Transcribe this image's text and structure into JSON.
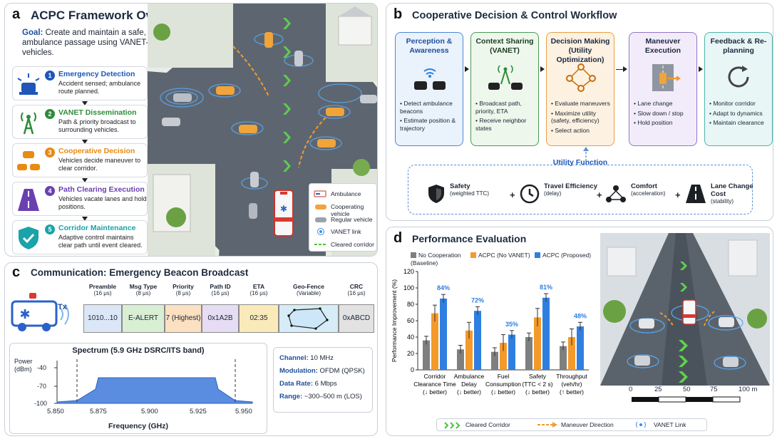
{
  "panel_a": {
    "letter": "a",
    "title": "ACPC Framework Overview",
    "goal_label": "Goal:",
    "goal_text": "Create and maintain a safe, cleared corridor for ambulance passage using VANET-enabled cooperative vehicles.",
    "steps": [
      {
        "num": "1",
        "title": "Emergency Detection",
        "desc": "Accident sensed; ambulance route planned.",
        "color": "#1f57b8",
        "icon": "siren-icon"
      },
      {
        "num": "2",
        "title": "VANET Dissemination",
        "desc": "Path & priority broadcast to surrounding vehicles.",
        "color": "#2e8b3a",
        "icon": "antenna-icon"
      },
      {
        "num": "3",
        "title": "Cooperative Decision",
        "desc": "Vehicles decide maneuver to clear corridor.",
        "color": "#e98a12",
        "icon": "cars-icon"
      },
      {
        "num": "4",
        "title": "Path Clearing Execution",
        "desc": "Vehicles vacate lanes and hold positions.",
        "color": "#6a3fb0",
        "icon": "road-icon"
      },
      {
        "num": "5",
        "title": "Corridor Maintenance",
        "desc": "Adaptive control maintains clear path until event cleared.",
        "color": "#1aa3a8",
        "icon": "shield-check-icon"
      }
    ],
    "legend": [
      "Ambulance",
      "Cooperating vehicle",
      "Regular vehicle",
      "VANET link",
      "Cleared corridor"
    ]
  },
  "panel_b": {
    "letter": "b",
    "title": "Cooperative Decision & Control Workflow",
    "cards": [
      {
        "title": "Perception & Awareness",
        "items": [
          "Detect ambulance beacons",
          "Estimate position & trajectory"
        ],
        "border": "#4a86d8",
        "bg": "#eaf2fc",
        "title_color": "#1f4f99"
      },
      {
        "title": "Context Sharing (VANET)",
        "items": [
          "Broadcast path, priority, ETA",
          "Receive neighbor states"
        ],
        "border": "#4a9a4e",
        "bg": "#eef7ec",
        "title_color": "#1d3b22"
      },
      {
        "title": "Decision Making (Utility Optimization)",
        "items": [
          "Evaluate maneuvers",
          "Maximize utility (safety, efficiency)",
          "Select action"
        ],
        "border": "#e7a043",
        "bg": "#fdf1e1",
        "title_color": "#1d2a3f"
      },
      {
        "title": "Maneuver Execution",
        "items": [
          "Lane change",
          "Slow down / stop",
          "Hold position"
        ],
        "border": "#9473c9",
        "bg": "#f2ecfa",
        "title_color": "#1d2a3f"
      },
      {
        "title": "Feedback & Re-planning",
        "items": [
          "Monitor corridor",
          "Adapt to dynamics",
          "Maintain clearance"
        ],
        "border": "#4fb3ae",
        "bg": "#e8f6f5",
        "title_color": "#1d2a3f"
      }
    ],
    "utility_title": "Utility Function",
    "utility_terms": [
      {
        "name": "Safety",
        "sub": "(weighted TTC)"
      },
      {
        "name": "Travel Efficiency",
        "sub": "(delay)"
      },
      {
        "name": "Comfort",
        "sub": "(acceleration)"
      },
      {
        "name": "Lane Change Cost",
        "sub": "(stability)"
      }
    ],
    "plus": "+"
  },
  "panel_c": {
    "letter": "c",
    "title": "Communication: Emergency Beacon Broadcast",
    "tx_label": "Tx",
    "packet": [
      {
        "name": "Preamble",
        "size": "(16 μs)",
        "value": "1010...10",
        "bg": "#dbe7f7"
      },
      {
        "name": "Msg Type",
        "size": "(8 μs)",
        "value": "E-ALERT",
        "bg": "#d8efd4"
      },
      {
        "name": "Priority",
        "size": "(8 μs)",
        "value": "7 (Highest)",
        "bg": "#fbe0c2"
      },
      {
        "name": "Path ID",
        "size": "(16 μs)",
        "value": "0x1A2B",
        "bg": "#e6dcf4"
      },
      {
        "name": "ETA",
        "size": "(16 μs)",
        "value": "02:35",
        "bg": "#fbeab9"
      },
      {
        "name": "Geo-Fence",
        "size": "(Variable)",
        "value": "",
        "bg": "#d6ecf7"
      },
      {
        "name": "CRC",
        "size": "(16 μs)",
        "value": "0xABCD",
        "bg": "#e2e2e2"
      }
    ],
    "spectrum": {
      "title": "Spectrum (5.9 GHz DSRC/ITS band)",
      "ylabel": "Power (dBm)",
      "xlabel": "Frequency (GHz)",
      "xticks": [
        "5.850",
        "5.875",
        "5.900",
        "5.925",
        "5.950"
      ],
      "yticks": [
        "-40",
        "-70",
        "-100"
      ]
    },
    "info": [
      {
        "label": "Channel:",
        "value": "10 MHz"
      },
      {
        "label": "Modulation:",
        "value": "OFDM (QPSK)"
      },
      {
        "label": "Data Rate:",
        "value": "6 Mbps"
      },
      {
        "label": "Range:",
        "value": "~300–500 m (LOS)"
      }
    ]
  },
  "panel_d": {
    "letter": "d",
    "title": "Performance Evaluation",
    "scale_ticks": [
      "0",
      "25",
      "50",
      "75",
      "100 m"
    ],
    "bottom_legend": [
      "Cleared Corridor",
      "Maneuver Direction",
      "VANET Link"
    ]
  },
  "chart_data": {
    "type": "bar",
    "title": "",
    "ylabel": "Performance Improvement (%)",
    "xlabel": "",
    "ylim": [
      0,
      120
    ],
    "yticks": [
      0,
      20,
      40,
      60,
      80,
      100,
      120
    ],
    "categories": [
      [
        "Corridor",
        "Clearance Time",
        "(↓ better)"
      ],
      [
        "Ambulance",
        "Delay",
        "(↓ better)"
      ],
      [
        "Fuel",
        "Consumption",
        "(↓ better)"
      ],
      [
        "Safety",
        "(TTC < 2 s)",
        "(↓ better)"
      ],
      [
        "Throughput",
        "(veh/hr)",
        "(↑ better)"
      ]
    ],
    "series": [
      {
        "name": "No Cooperation (Baseline)",
        "color": "#7f7f7f",
        "values": [
          36,
          25,
          22,
          40,
          29
        ],
        "errors": [
          5,
          5,
          5,
          5,
          5
        ]
      },
      {
        "name": "ACPC (No VANET)",
        "color": "#f39a2b",
        "values": [
          69,
          48,
          33,
          64,
          40
        ],
        "errors": [
          10,
          10,
          10,
          11,
          10
        ]
      },
      {
        "name": "ACPC (Proposed)",
        "color": "#2f7fe0",
        "values": [
          87,
          72,
          43,
          88,
          53
        ],
        "errors": [
          5,
          5,
          5,
          5,
          5
        ]
      }
    ],
    "annotations": [
      "84%",
      "72%",
      "35%",
      "81%",
      "48%"
    ],
    "legend_position": "top",
    "grid": false
  }
}
